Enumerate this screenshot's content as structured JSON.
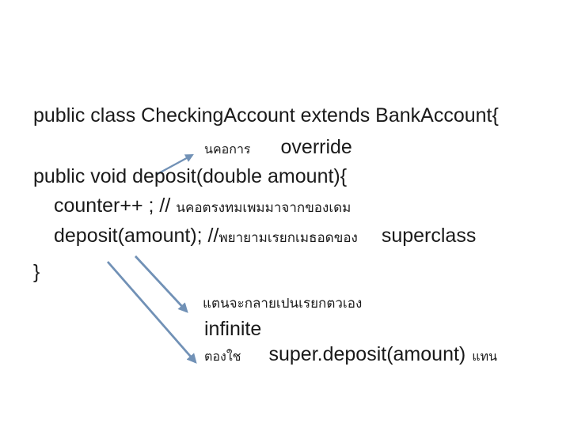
{
  "slide": {
    "background": "#ffffff",
    "text_color": "#1a1a1a",
    "arrow_color": "#7191b6",
    "lines": {
      "class_decl": "public class CheckingAccount extends BankAccount{",
      "annotation_this_is": "นคอการ",
      "override_label": "override",
      "method_decl": "public void deposit(double amount){",
      "counter_code": "counter++ ; //",
      "counter_comment": "นคอตรงทมเพมมาจากของเดม",
      "deposit_code": "deposit(amount); //",
      "deposit_comment": "พยายามเรยกเมธอดของ",
      "superclass_label": "superclass",
      "closing_brace": "}",
      "becomes_self_call": "แตนจะกลายเปนเรยกตวเอง",
      "infinite_label": "infinite",
      "must_use_label": "ตองใช",
      "super_call": "super.deposit(amount)",
      "instead_label": "แทน"
    }
  }
}
